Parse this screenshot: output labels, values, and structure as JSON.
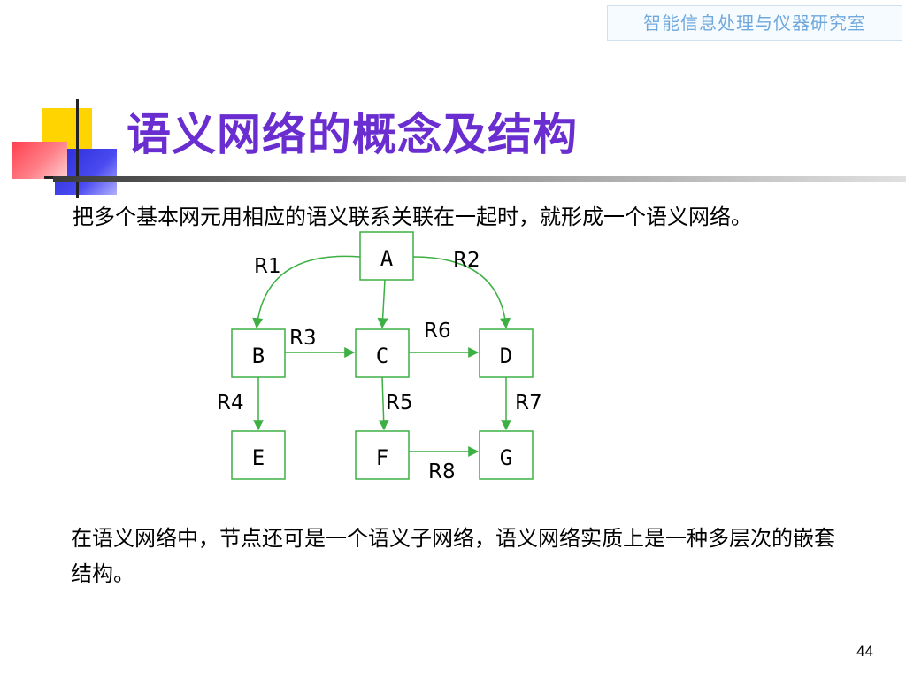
{
  "header": {
    "lab_name": "智能信息处理与仪器研究室"
  },
  "slide": {
    "title": "语义网络的概念及结构",
    "paragraph1": "把多个基本网元用相应的语义联系关联在一起时，就形成一个语义网络。",
    "paragraph2": "在语义网络中，节点还可是一个语义子网络，语义网络实质上是一种多层次的嵌套结构。",
    "page_number": "44"
  },
  "diagram": {
    "nodes": [
      {
        "id": "A",
        "label": "A"
      },
      {
        "id": "B",
        "label": "B"
      },
      {
        "id": "C",
        "label": "C"
      },
      {
        "id": "D",
        "label": "D"
      },
      {
        "id": "E",
        "label": "E"
      },
      {
        "id": "F",
        "label": "F"
      },
      {
        "id": "G",
        "label": "G"
      }
    ],
    "edges": [
      {
        "from": "A",
        "to": "B",
        "label": "R1"
      },
      {
        "from": "A",
        "to": "D",
        "label": "R2"
      },
      {
        "from": "B",
        "to": "C",
        "label": "R3"
      },
      {
        "from": "B",
        "to": "E",
        "label": "R4"
      },
      {
        "from": "C",
        "to": "F",
        "label": "R5"
      },
      {
        "from": "C",
        "to": "D",
        "label": "R6"
      },
      {
        "from": "D",
        "to": "G",
        "label": "R7"
      },
      {
        "from": "F",
        "to": "G",
        "label": "R8"
      }
    ],
    "colors": {
      "edge": "#3cb043",
      "title": "#6a2ed0",
      "lab_name": "#6fa8dc"
    }
  }
}
